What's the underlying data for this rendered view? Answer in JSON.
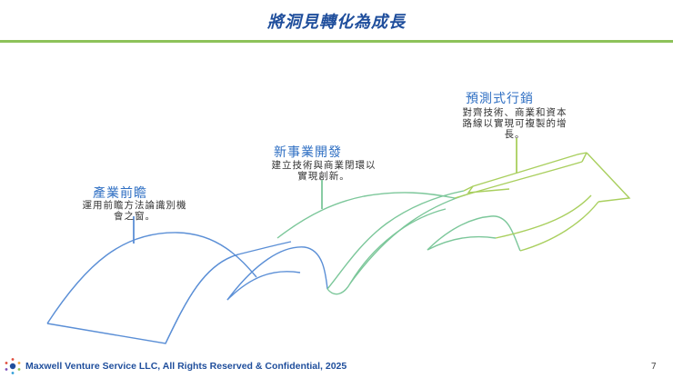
{
  "slide": {
    "title": "將洞見轉化為成長",
    "page_number": "7",
    "footer": "Maxwell Venture Service LLC, All Rights Reserved & Confidential, 2025"
  },
  "stages": [
    {
      "label": "產業前瞻",
      "description_lines": [
        "運用前瞻方法論識別機",
        "會之窗。"
      ]
    },
    {
      "label": "新事業開發",
      "description_lines": [
        "建立技術與商業閉環以",
        "實現創新。"
      ]
    },
    {
      "label": "預測式行銷",
      "description_lines": [
        "對齊技術、商業和資本",
        "路線以實現可複製的增",
        "長。"
      ]
    }
  ],
  "colors": {
    "title": "#1F4E9C",
    "rule": "#8DC25A",
    "stage1": "#5B8FD6",
    "stage2": "#7CC79A",
    "stage3": "#A9CF5E"
  }
}
